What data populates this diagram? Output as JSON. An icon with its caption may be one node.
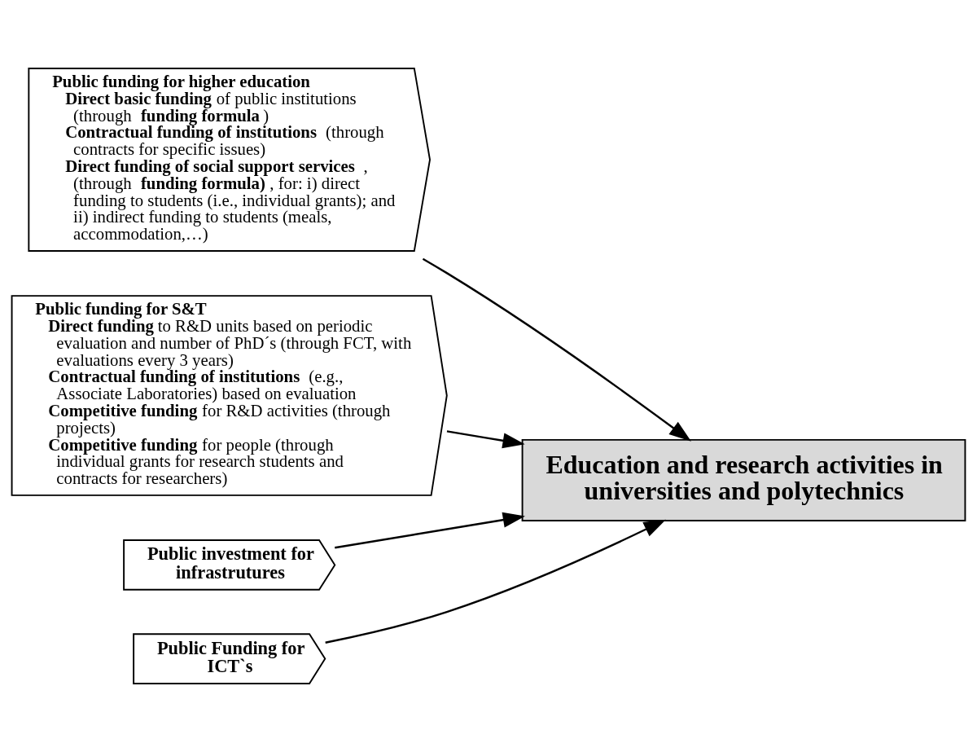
{
  "diagram": {
    "nodes": [
      {
        "text": [
          "Public funding for higher education",
          "**Direct basic funding** of public institutions (through **funding formula**)",
          "**Contractual funding of institutions** (through contracts for specific issues)",
          "**Direct funding of social support services**, (through **funding formula)**, for: i) direct funding to students (i.e., individual grants); and ii) indirect funding to students (meals, accommodation,…)"
        ]
      },
      {
        "text": [
          "Public funding for S&T",
          "**Direct funding** to R&D units based on periodic evaluation and number of PhD´s (through FCT, with evaluations every 3 years)",
          "**Contractual funding of institutions** (e.g., Associate Laboratories) based on evaluation",
          "**Competitive funding** for R&D activities (through projects)",
          "**Competitive funding** for people (through individual grants for research students and contracts for researchers)"
        ]
      },
      {
        "text": [
          "Public investment for infrastrutures"
        ]
      },
      {
        "text": [
          "Public Funding for ICT`s"
        ]
      },
      {
        "text": [
          "Education and research activities in universities and polytechnics"
        ]
      }
    ],
    "edges": [
      {
        "from": 0,
        "to": 4,
        "arrow": "to"
      },
      {
        "from": 1,
        "to": 4,
        "arrow": "to"
      },
      {
        "from": 2,
        "to": 4,
        "arrow": "to"
      },
      {
        "from": 3,
        "to": 4,
        "arrow": "to"
      }
    ]
  }
}
